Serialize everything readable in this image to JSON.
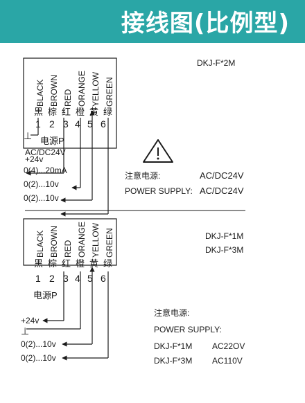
{
  "header": {
    "title": "接线图(比例型)"
  },
  "colors": {
    "header_bg": "#2aa6a6",
    "header_text": "#ffffff",
    "line": "#1a1a1a"
  },
  "wires": [
    {
      "en": "BLACK",
      "cn": "黑",
      "num": "1"
    },
    {
      "en": "BROWN",
      "cn": "棕",
      "num": "2"
    },
    {
      "en": "RED",
      "cn": "红",
      "num": "3"
    },
    {
      "en": "ORANGE",
      "cn": "橙",
      "num": "4"
    },
    {
      "en": "YELLOW",
      "cn": "黄",
      "num": "5"
    },
    {
      "en": "GREEN",
      "cn": "绿",
      "num": "6"
    }
  ],
  "section1": {
    "model": "DKJ-F*2M",
    "ground": "⊥",
    "power_label": "电源P",
    "power_spec": "AC/DC24V",
    "plus24": "+24v",
    "signal_ma": "0(4)...20mA",
    "signal_v1": "0(2)...10v",
    "signal_v2": "0(2)...10v",
    "warning_symbol": "warning-triangle-icon",
    "note_cn": "注意电源:",
    "note_cn_value": "AC/DC24V",
    "note_en": "POWER SUPPLY:",
    "note_en_value": "AC/DC24V"
  },
  "section2": {
    "model1": "DKJ-F*1M",
    "model2": "DKJ-F*3M",
    "power_label": "电源P",
    "plus24": "+24v",
    "ground": "⊥",
    "signal_v1": "0(2)...10v",
    "signal_v2": "0(2)...10v",
    "note_cn": "注意电源:",
    "note_en": "POWER SUPPLY:",
    "row1_model": "DKJ-F*1M",
    "row1_value": "AC22OV",
    "row2_model": "DKJ-F*3M",
    "row2_value": "AC110V"
  }
}
